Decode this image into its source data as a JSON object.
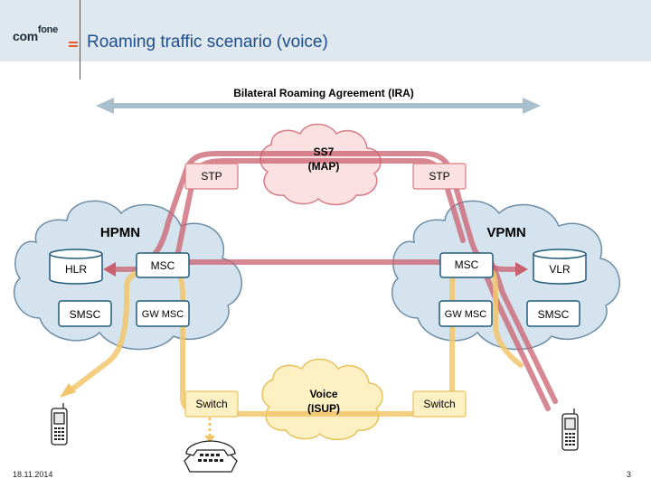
{
  "header": {
    "logo_text_main": "com",
    "logo_text_sup": "fone",
    "title": "Roaming traffic scenario (voice)"
  },
  "diagram": {
    "agreement_label": "Bilateral Roaming Agreement (IRA)",
    "ss7_cloud": {
      "line1": "SS7",
      "line2": "(MAP)"
    },
    "voice_cloud": {
      "line1": "Voice",
      "line2": "(ISUP)"
    },
    "hpmn": {
      "label": "HPMN",
      "nodes": {
        "hlr": "HLR",
        "msc": "MSC",
        "smsc": "SMSC",
        "gw_msc": "GW MSC"
      }
    },
    "vpmn": {
      "label": "VPMN",
      "nodes": {
        "msc": "MSC",
        "vlr": "VLR",
        "gw_msc": "GW MSC",
        "smsc": "SMSC"
      }
    },
    "stp_left": "STP",
    "stp_right": "STP",
    "switch_left": "Switch",
    "switch_right": "Switch",
    "colors": {
      "cloud_network": "#d5e3ee",
      "cloud_ss7": "#fbe1e1",
      "cloud_voice": "#fdf1c4",
      "signaling_path": "#c9606f",
      "voice_path": "#f2c56b",
      "agreement_arrow": "#a9c0cc"
    }
  },
  "footer": {
    "date": "18.11.2014",
    "page": "3"
  }
}
